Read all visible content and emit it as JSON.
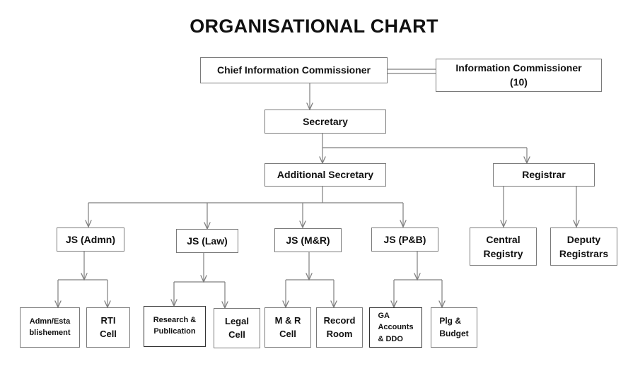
{
  "title": "ORGANISATIONAL CHART",
  "nodes": {
    "cic": "Chief Information Commissioner",
    "ic": "Information Commissioner\n(10)",
    "secretary": "Secretary",
    "addl_secretary": "Additional Secretary",
    "registrar": "Registrar",
    "js_admn": "JS (Admn)",
    "js_law": "JS (Law)",
    "js_mr": "JS (M&R)",
    "js_pb": "JS (P&B)",
    "central_registry": "Central\nRegistry",
    "deputy_registrars": "Deputy\nRegistrars",
    "admn_esta": "Admn/Esta\nblishement",
    "rti_cell": "RTI\nCell",
    "research_pub": "Research &\nPublication",
    "legal_cell": "Legal\nCell",
    "mr_cell": "M & R\nCell",
    "record_room": "Record\nRoom",
    "ga_accounts": "GA\nAccounts\n& DDO",
    "plg_budget": "Plg &\nBudget"
  },
  "colors": {
    "line": "#7f7f7f",
    "border": "#7a7a7a",
    "text": "#111111"
  }
}
